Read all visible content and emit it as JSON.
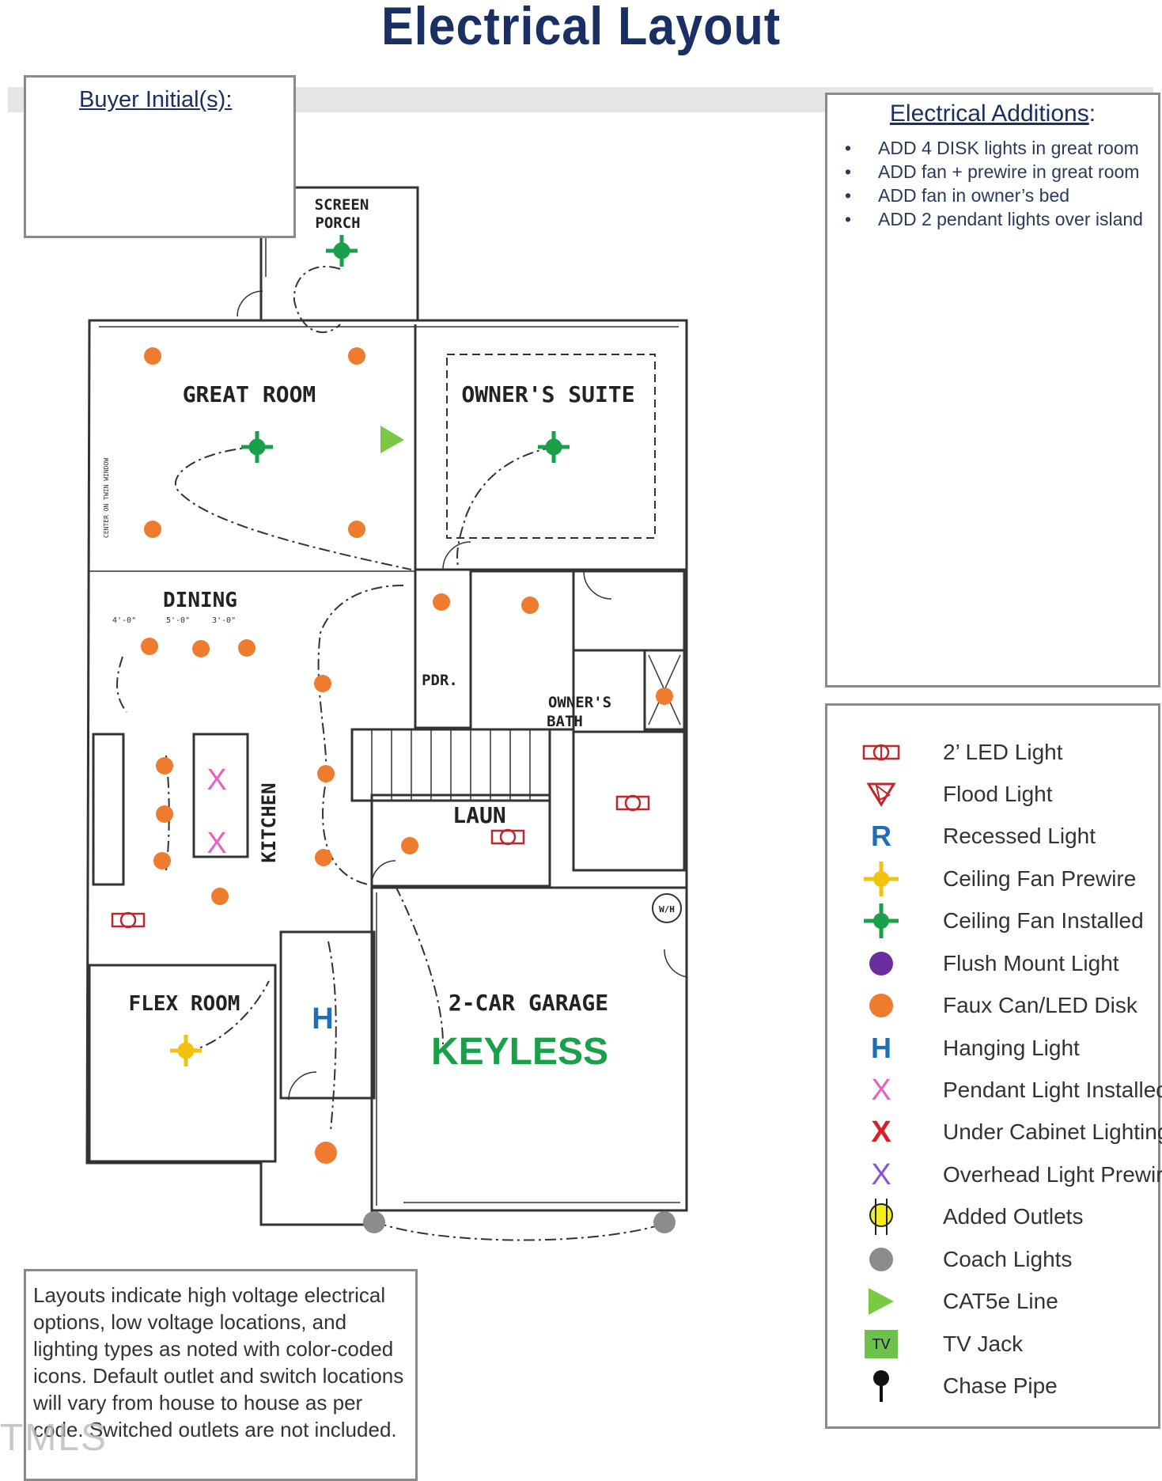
{
  "title": "Electrical Layout",
  "buyer_initials": {
    "label": "Buyer Initial(s):"
  },
  "additions": {
    "title": "Electrical Additions",
    "title_suffix": ":",
    "items": [
      "ADD 4 DISK lights in great room",
      "ADD fan + prewire in great room",
      "ADD fan in owner’s bed",
      "ADD 2 pendant lights over island"
    ]
  },
  "legend": [
    {
      "icon": "led-2ft-icon",
      "label": "2’ LED Light",
      "color": "#c0262d"
    },
    {
      "icon": "flood-light-icon",
      "label": "Flood Light",
      "color": "#c0262d"
    },
    {
      "icon": "recessed-light-icon",
      "label": "Recessed Light",
      "glyph": "R",
      "color": "#1f6fb2"
    },
    {
      "icon": "ceiling-fan-prewire-icon",
      "label": "Ceiling Fan Prewire",
      "color": "#f2c20f"
    },
    {
      "icon": "ceiling-fan-installed-icon",
      "label": "Ceiling Fan Installed",
      "color": "#1aa049"
    },
    {
      "icon": "flush-mount-light-icon",
      "label": "Flush Mount Light",
      "color": "#6a2da0"
    },
    {
      "icon": "faux-can-led-disk-icon",
      "label": "Faux Can/LED Disk",
      "color": "#ef7b2e"
    },
    {
      "icon": "hanging-light-icon",
      "label": "Hanging Light",
      "glyph": "H",
      "color": "#1f6fb2"
    },
    {
      "icon": "pendant-light-installed-icon",
      "label": "Pendant Light Installed",
      "glyph": "X",
      "color": "#e95ec0"
    },
    {
      "icon": "under-cabinet-lighting-icon",
      "label": "Under Cabinet Lighting",
      "glyph": "X",
      "color": "#d6202a"
    },
    {
      "icon": "overhead-light-prewire-icon",
      "label": "Overhead Light Prewire",
      "glyph": "X",
      "color": "#8a55d4"
    },
    {
      "icon": "added-outlets-icon",
      "label": "Added Outlets",
      "color": "#f5ee1a"
    },
    {
      "icon": "coach-lights-icon",
      "label": "Coach Lights",
      "color": "#8c8c8c"
    },
    {
      "icon": "cat5e-line-icon",
      "label": "CAT5e Line",
      "color": "#7ac943"
    },
    {
      "icon": "tv-jack-icon",
      "label": "TV Jack",
      "glyph": "TV",
      "color": "#6cc24a"
    },
    {
      "icon": "chase-pipe-icon",
      "label": "Chase Pipe",
      "color": "#111111"
    }
  ],
  "note": "Layouts indicate high voltage electrical options, low voltage locations, and lighting types as noted with color-coded icons. Default outlet and switch locations will vary from house to house as per code. Switched outlets are not included.",
  "watermark": "TMLS",
  "plan": {
    "rooms": {
      "screen_porch_1": "SCREEN",
      "screen_porch_2": "PORCH",
      "great_room": "GREAT ROOM",
      "owners_suite": "OWNER'S SUITE",
      "dining": "DINING",
      "pdr": "PDR.",
      "owners_bath_1": "OWNER'S",
      "owners_bath_2": "BATH",
      "kitchen": "KITCHEN",
      "laun": "LAUN",
      "flex_room": "FLEX ROOM",
      "garage": "2-CAR GARAGE",
      "wh": "W/H"
    },
    "keyless": "KEYLESS",
    "hanging_mark": "H",
    "pendant_mark": "X",
    "dims": [
      "4'-0\"",
      "5'-0\"",
      "3'-0\""
    ],
    "wall_note": "CENTER ON TWIN WINDOW",
    "colors": {
      "fan_installed": "#1aa049",
      "faux_can": "#ef7b2e",
      "fan_prewire": "#f2c20f",
      "coach": "#8c8c8c",
      "cat5e": "#7ac943",
      "led": "#c0262d",
      "keyless": "#1aa049",
      "hanging": "#1f6fb2",
      "pendant": "#e95ec0"
    }
  }
}
